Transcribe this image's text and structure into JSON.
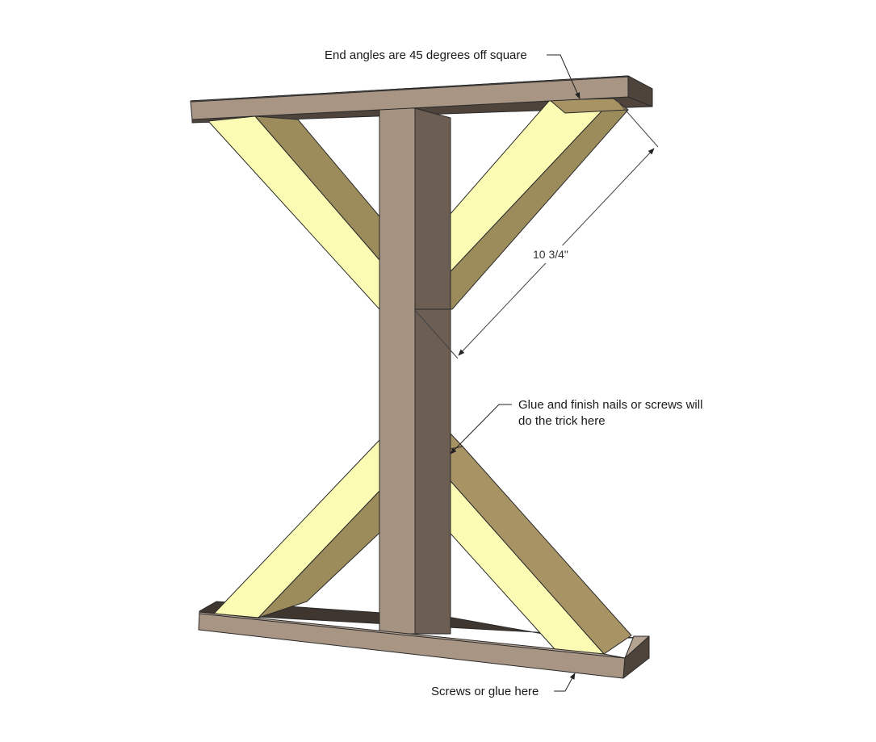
{
  "diagram": {
    "annotations": {
      "top_angles": "End angles are 45 degrees off square",
      "dimension": "10 3/4\"",
      "glue_line1": "Glue and finish nails or screws will",
      "glue_line2": "do the trick here",
      "bottom": "Screws or glue here"
    },
    "colors": {
      "rail_face": "#a89584",
      "rail_top": "#b5a392",
      "rail_dark": "#4f443c",
      "post_face": "#a69483",
      "post_side": "#6c5e53",
      "brace_light": "#fbfbb4",
      "brace_side": "#9c8c5c",
      "brace_top": "#a89365"
    }
  }
}
